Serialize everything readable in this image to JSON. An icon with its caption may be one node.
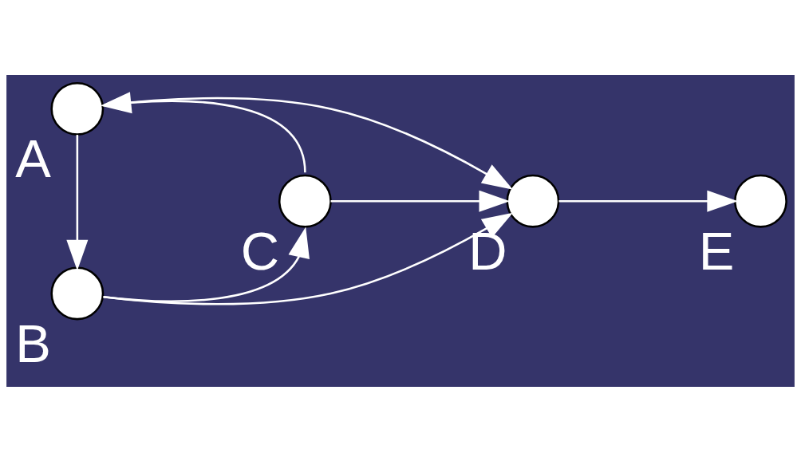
{
  "diagram": {
    "nodes": [
      {
        "text": [
          "A"
        ]
      },
      {
        "text": [
          "B"
        ]
      },
      {
        "text": [
          "C"
        ]
      },
      {
        "text": [
          "D"
        ]
      },
      {
        "text": [
          "E"
        ]
      }
    ],
    "edges": [
      {
        "from": 0,
        "to": 1,
        "arrow": "to"
      },
      {
        "from": 0,
        "to": 3,
        "arrow": "to"
      },
      {
        "from": 2,
        "to": 0,
        "arrow": "to"
      },
      {
        "from": 1,
        "to": 2,
        "arrow": "to"
      },
      {
        "from": 2,
        "to": 3,
        "arrow": "to"
      },
      {
        "from": 1,
        "to": 3,
        "arrow": "to"
      },
      {
        "from": 3,
        "to": 4,
        "arrow": "to"
      }
    ]
  }
}
